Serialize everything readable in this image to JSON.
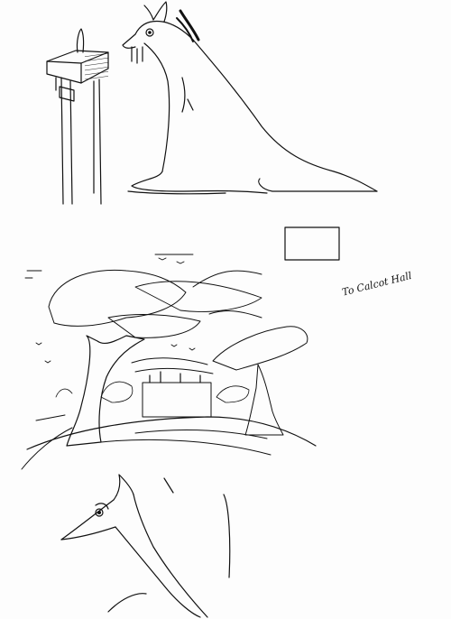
{
  "sheet": {
    "handwritten_note": "To Calcot Hall",
    "ink_color": "#111111",
    "paper_color": "#fdfdfd",
    "subjects": [
      "kangaroo",
      "pillar",
      "blank-rectangle",
      "landscape",
      "fox"
    ]
  }
}
